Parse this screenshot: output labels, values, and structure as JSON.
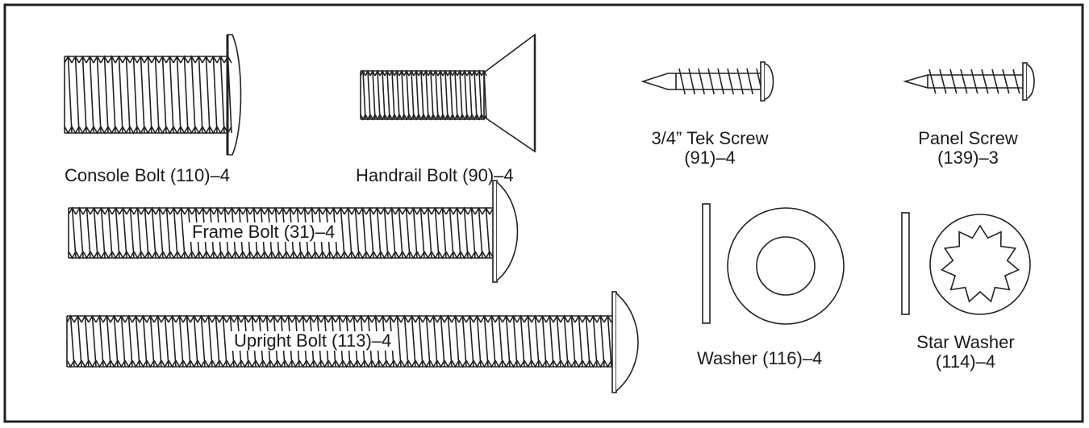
{
  "parts": {
    "console_bolt": {
      "label": "Console Bolt (110)–4"
    },
    "handrail_bolt": {
      "label": "Handrail Bolt (90)–4"
    },
    "tek_screw": {
      "line1": "3/4” Tek Screw",
      "line2": "(91)–4"
    },
    "panel_screw": {
      "line1": "Panel Screw",
      "line2": "(139)–3"
    },
    "frame_bolt": {
      "label": "Frame Bolt (31)–4"
    },
    "upright_bolt": {
      "label": "Upright Bolt (113)–4"
    },
    "washer": {
      "label": "Washer (116)–4"
    },
    "star_washer": {
      "line1": "Star Washer",
      "line2": "(114)–4"
    }
  }
}
